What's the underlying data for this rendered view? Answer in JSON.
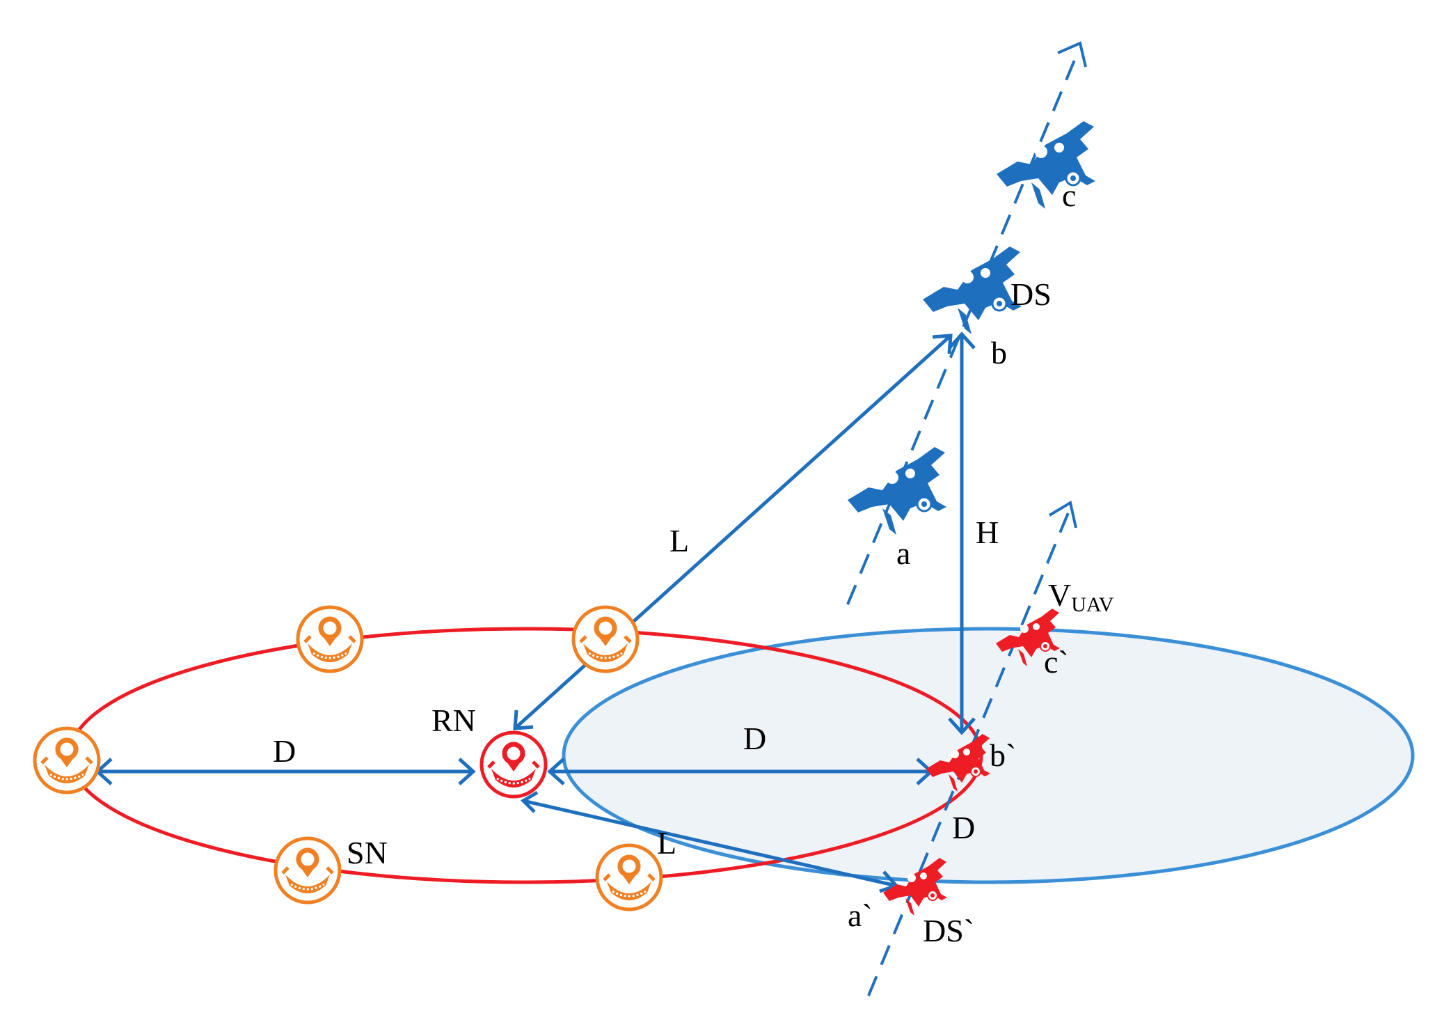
{
  "colors": {
    "red": "#ee1c24",
    "orange": "#f08022",
    "blue": "#1f6fbf",
    "light_blue": "#3b8fd6",
    "area_fill": "#eef3f8",
    "label": "#000000"
  },
  "labels": {
    "rn": "RN",
    "sn": "SN",
    "ds": "DS",
    "ds_prime": "DS`",
    "a": "a",
    "b": "b",
    "c": "c",
    "a_prime": "a`",
    "b_prime": "b`",
    "c_prime": "c`",
    "h": "H",
    "l_upper": "L",
    "l_lower": "L",
    "d_left": "D",
    "d_right": "D",
    "d_diag": "D",
    "v_main": "V",
    "v_sub": "UAV"
  },
  "icons": {
    "sensor_node": "sensor-node-icon",
    "relay_node": "relay-node-icon",
    "drone": "uav-drone-icon",
    "projected_drone": "uav-projection-icon"
  }
}
